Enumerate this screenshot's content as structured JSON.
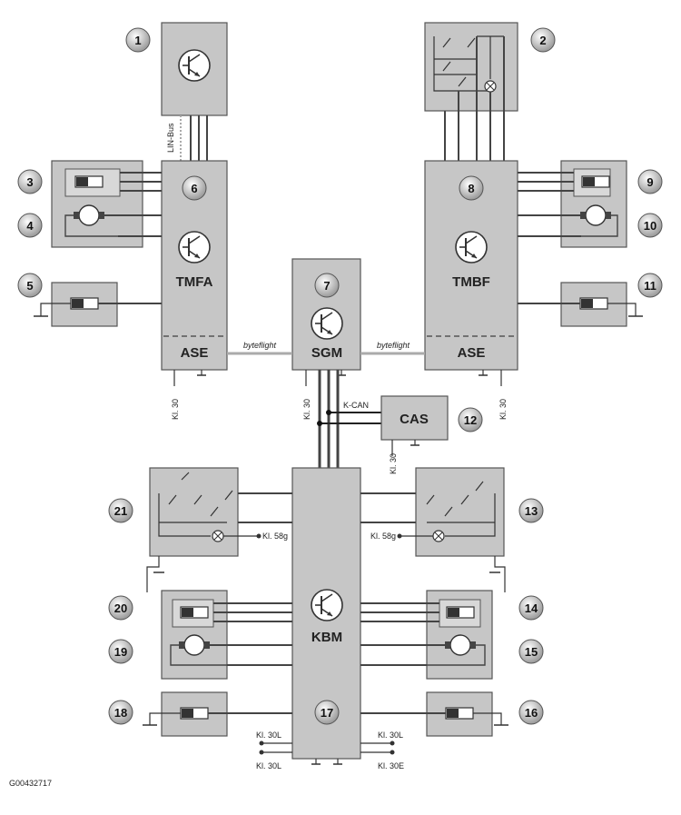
{
  "modules": {
    "tmfa": {
      "name": "TMFA",
      "sub": "ASE"
    },
    "tmbf": {
      "name": "TMBF",
      "sub": "ASE"
    },
    "sgm": {
      "name": "SGM"
    },
    "cas": {
      "name": "CAS"
    },
    "kbm": {
      "name": "KBM"
    }
  },
  "bus": {
    "lin": "LIN-Bus",
    "byteflight_left": "byteflight",
    "byteflight_right": "byteflight",
    "kcan": "K-CAN"
  },
  "terminals": {
    "tmfa": "Kl. 30",
    "sgm": "Kl. 30",
    "tmbf": "Kl. 30",
    "cas": "Kl. 30",
    "left_58g": "Kl. 58g",
    "right_58g": "Kl. 58g",
    "bl_top": "Kl. 30L",
    "bl_bottom": "Kl. 30L",
    "br_top": "Kl. 30L",
    "br_bottom": "Kl. 30E"
  },
  "callouts": [
    "1",
    "2",
    "3",
    "4",
    "5",
    "6",
    "7",
    "8",
    "9",
    "10",
    "11",
    "12",
    "13",
    "14",
    "15",
    "16",
    "17",
    "18",
    "19",
    "20",
    "21"
  ],
  "figure_id": "G00432717"
}
